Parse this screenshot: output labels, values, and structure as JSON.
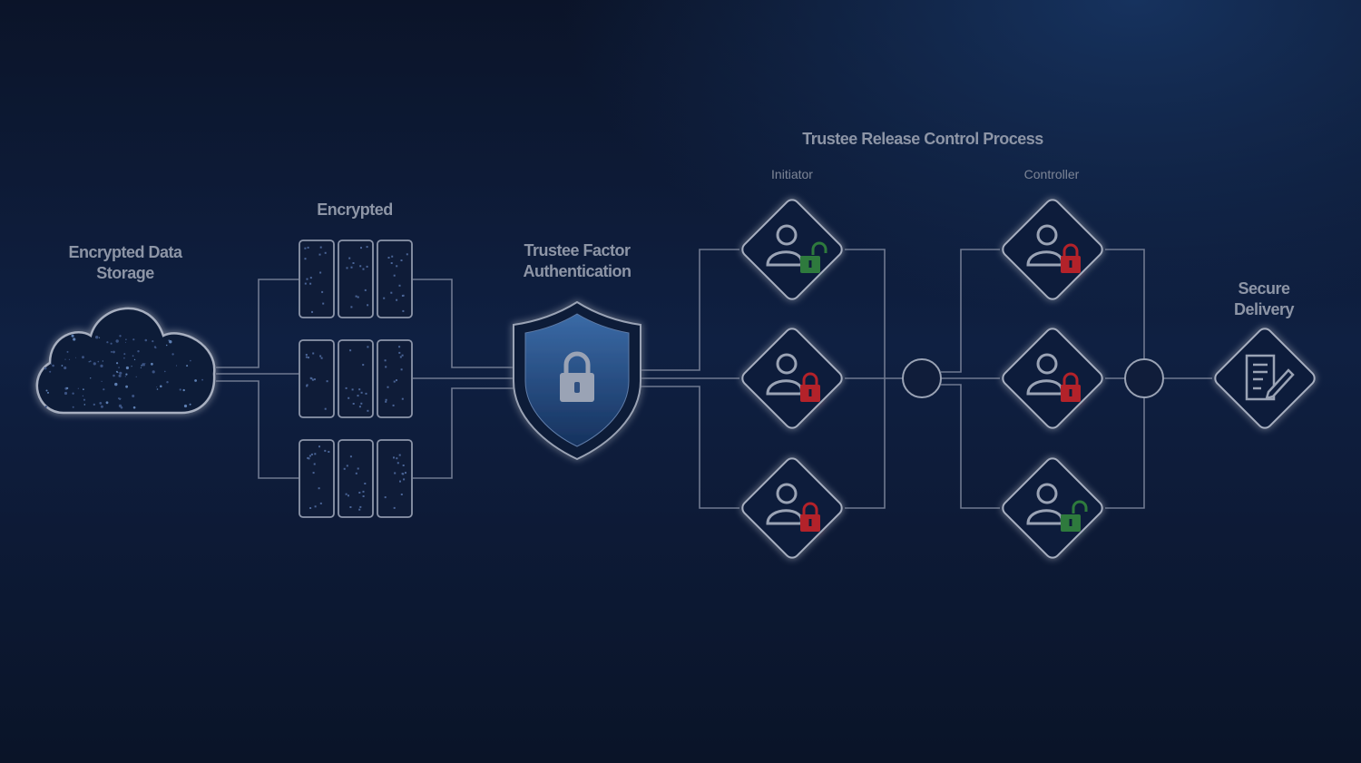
{
  "labels": {
    "storage": [
      "Encrypted Data",
      "Storage"
    ],
    "encrypted": "Encrypted",
    "auth": [
      "Trustee Factor",
      "Authentication"
    ],
    "process": "Trustee Release Control Process",
    "initiator": "Initiator",
    "controller": "Controller",
    "delivery": [
      "Secure",
      "Delivery"
    ]
  },
  "initiators": [
    {
      "lock": "unlocked"
    },
    {
      "lock": "locked"
    },
    {
      "lock": "locked"
    }
  ],
  "controllers": [
    {
      "lock": "locked"
    },
    {
      "lock": "locked"
    },
    {
      "lock": "unlocked"
    }
  ],
  "colors": {
    "locked": "#b3242b",
    "unlocked": "#2f7a3e",
    "shield": "#2e5d97",
    "line": "#6f7990"
  }
}
